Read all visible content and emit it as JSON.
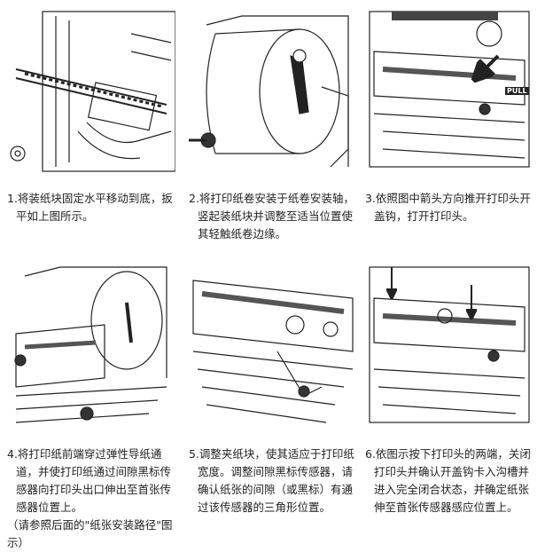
{
  "steps": [
    {
      "caption": "1.将装纸块固定水平移动到底，扳平如上图所示。"
    },
    {
      "caption": "2.将打印纸卷安装于纸卷安装轴，竖起装纸块并调整至适当位置使其轻触纸卷边缘。"
    },
    {
      "caption": "3.依照图中箭头方向推开打印头开盖钩，打开打印头。",
      "pull_label": "PULL"
    },
    {
      "caption": "4.将打印纸前端穿过弹性导纸通道，并使打印纸通过间隙黑标传感器向打印头出口伸出至首张传感器位置上。",
      "note": "（请参照后面的\"纸张安装路径\"图示）"
    },
    {
      "caption": "5.调整夹纸块，使其适应于打印纸宽度。调整间隙黑标传感器，请确认纸张的间隙（或黑标）有通过该传感器的三角形位置。"
    },
    {
      "caption": "6.依图示按下打印头的两端，关闭打印头并确认开盖钩卡入沟槽并进入完全闭合状态，并确定纸张伸至首张传感器感应位置上。"
    }
  ]
}
